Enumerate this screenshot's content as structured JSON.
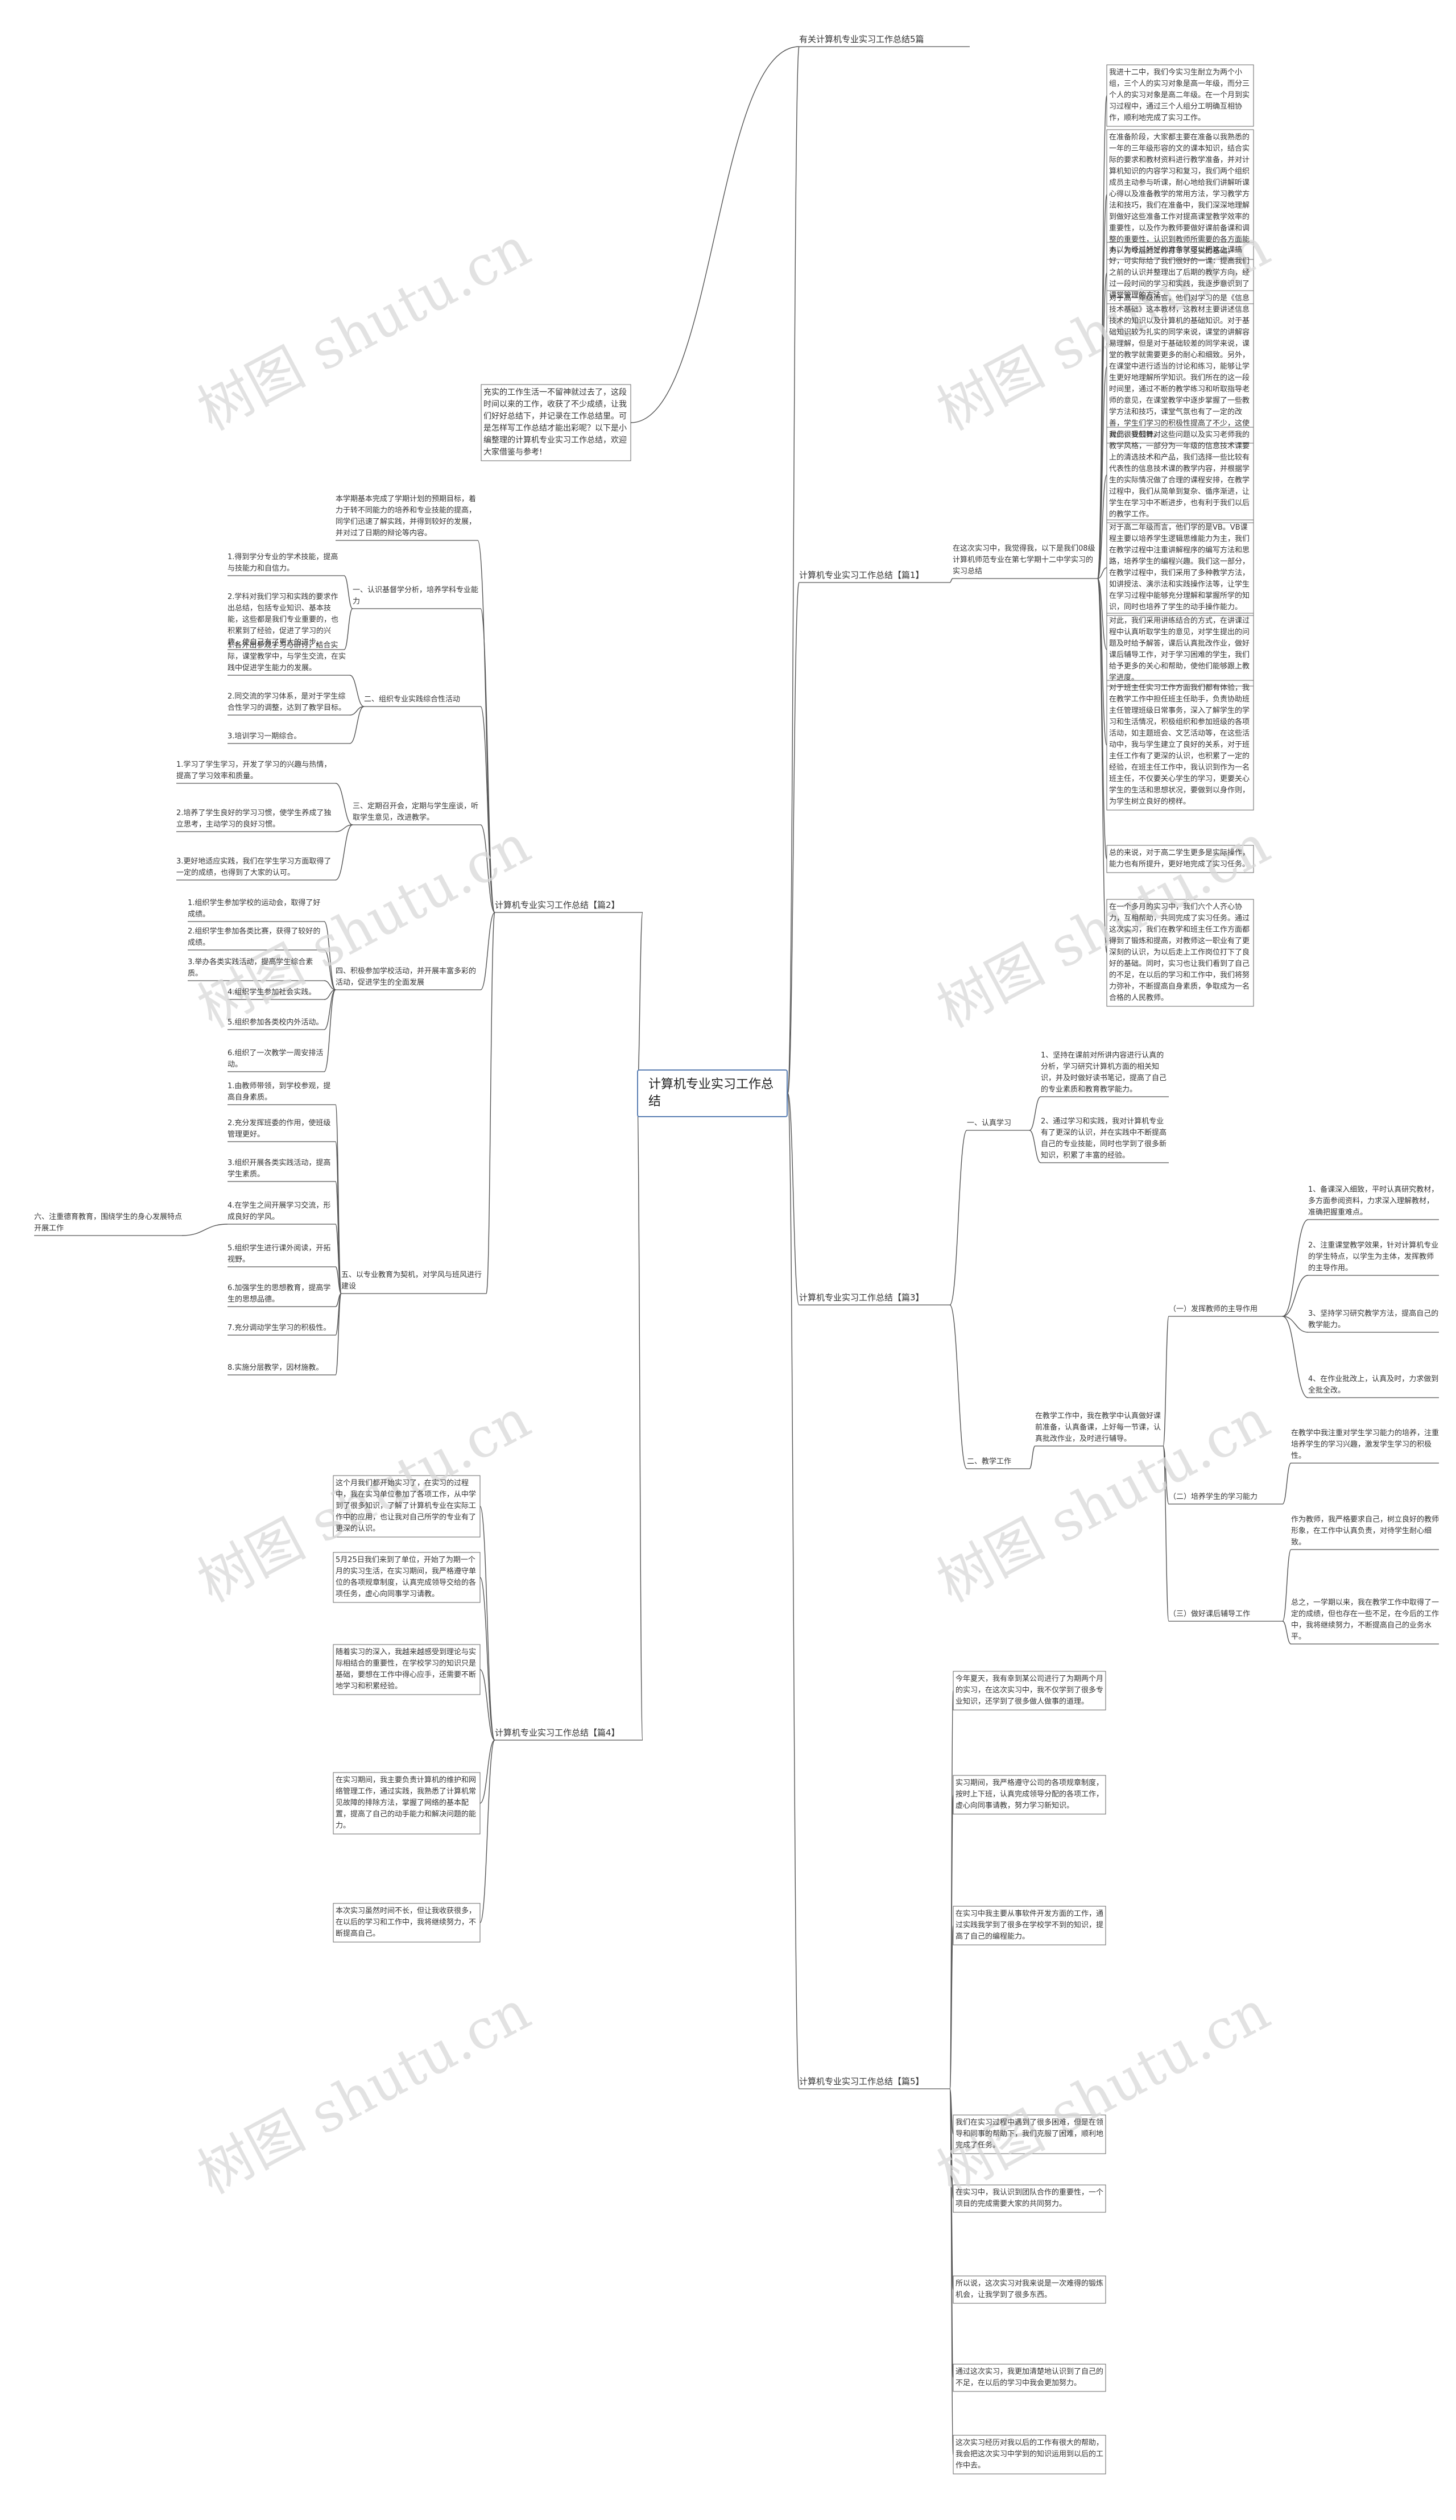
{
  "center": "计算机专业实习工作总结",
  "watermark": "树图 shutu.cn",
  "branches": {
    "b0": "有关计算机专业实习工作总结5篇",
    "b0_intro": "充实的工作生活一不留神就过去了，这段时间以来的工作，收获了不少成绩，让我们好好总结下，并记录在工作总结里。可是怎样写工作总结才能出彩呢？以下是小编整理的计算机专业实习工作总结，欢迎大家借鉴与参考!",
    "b1": "计算机专业实习工作总结【篇1】",
    "b2": "计算机专业实习工作总结【篇2】",
    "b3": "计算机专业实习工作总结【篇3】",
    "b4": "计算机专业实习工作总结【篇4】",
    "b5": "计算机专业实习工作总结【篇5】"
  },
  "p1": {
    "intro": "在这次实习中，我觉得我，以下是我们08级计算机师范专业在第七学期十二中学实习的实习总结",
    "t1": "我进十二中，我们今实习生耐立为两个小组，三个人的实习对象是高一年级，而分三个人的实习对象是高二年级。在一个月到实习过程中，通过三个人组分工明确互相协作，顺利地完成了实习工作。",
    "t2": "在准备阶段，大家都主要在准备以我熟悉的一年的三年级形容的文的课本知识，结合实际的要求和教材资料进行教学准备，并对计算机知识的内容学习和复习，我们两个组织成员主动参与听课，耐心地给我们讲解听课心得以及准备教学的常用方法，学习教学方法和技巧，我们在准备中，我们深深地理解到做好这些准备工作对提高课堂教学效率的重要性，以及作为教师要做好课前备课和调整的重要性，认识到教师所需要的各方面能力，为今后的工作打下了坚实的基础。",
    "t3": "本以为经过好好的准备就可以把这上课搞好，可实际给了我们很好的一课：提高我们之前的认识并整理出了后期的教学方向，经过一段时间的学习和实践，我逐步意识到了课堂管理的方法。",
    "t4": "对于高一年级而言，他们对学习的是《信息技术基础》这本教材，这教材主要讲述信息技术的知识以及计算机的基础知识。对于基础知识较为扎实的同学来说，课堂的讲解容易理解，但是对于基础较差的同学来说，课堂的教学就需要更多的耐心和细致。另外，在课堂中进行适当的讨论和练习，能够让学生更好地理解所学知识。我们所在的这一段时间里，通过不断的教学练习和听取指导老师的意见，在课堂教学中逐步掌握了一些教学方法和技巧，课堂气氛也有了一定的改善，学生们学习的积极性提高了不少，这使我们很受鼓舞。",
    "t5": "对此，我们针对这些问题以及实习老师我的教学风格，一部分为一年级的信息技术课要上的清选技术和产品，我们选择一些比较有代表性的信息技术课的教学内容，并根据学生的实际情况做了合理的课程安排，在教学过程中，我们从简单到复杂、循序渐进，让学生在学习中不断进步，也有利于我们以后的教学工作。",
    "t6": "对于高二年级而言，他们学的是VB。VB课程主要以培养学生逻辑思维能力为主，我们在教学过程中注重讲解程序的编写方法和思路，培养学生的编程兴趣。我们这一部分，在教学过程中，我们采用了多种教学方法，如讲授法、演示法和实践操作法等，让学生在学习过程中能够充分理解和掌握所学的知识，同时也培养了学生的动手操作能力。",
    "t7": "对此，我们采用讲练结合的方式，在讲课过程中认真听取学生的意见，对学生提出的问题及时给予解答，课后认真批改作业，做好课后辅导工作，对于学习困难的学生，我们给予更多的关心和帮助，使他们能够跟上教学进度。",
    "t8": "对于班主任实习工作方面我们都有体验，我在教学工作中担任班主任助手，负责协助班主任管理班级日常事务，深入了解学生的学习和生活情况，积极组织和参加班级的各项活动，如主题班会、文艺活动等，在这些活动中，我与学生建立了良好的关系，对于班主任工作有了更深的认识，也积累了一定的经验，在班主任工作中，我认识到作为一名班主任，不仅要关心学生的学习，更要关心学生的生活和思想状况，要做到以身作则，为学生树立良好的榜样。",
    "t9": "总的来说，对于高二学生更多是实际操作，能力也有所提升，更好地完成了实习任务。",
    "t10": "在一个多月的实习中，我们六个人齐心协力，互相帮助，共同完成了实习任务。通过这次实习，我们在教学和班主任工作方面都得到了锻炼和提高，对教师这一职业有了更深刻的认识，为以后走上工作岗位打下了良好的基础。同时，实习也让我们看到了自己的不足，在以后的学习和工作中，我们将努力弥补，不断提高自身素质，争取成为一名合格的人民教师。"
  },
  "p2": {
    "intro": "本学期基本完成了学期计划的预期目标，着力于转不同能力的培养和专业技能的提高，同学们迅速了解实践，并得到较好的发展，并对过了日期的辩论等内容。",
    "s1": "一、认识基督学分析，培养学科专业能力",
    "s1a": "1.得到学分专业的学术技能，提高与技能力和自信力。",
    "s1b": "2.学科对我们学习和实践的要求作出总结，包括专业知识、基本技能，这些都是我们专业重要的，也积累到了经验，促进了学习的兴趣，使自己有了更大的进步。",
    "s2": "二、组织专业实践综合性活动",
    "s2a": "1.各外出参观学习与研讨，结合实际，课堂教学中，与学生交流，在实践中促进学生能力的发展。",
    "s2b": "2.同交流的学习体系，是对于学生综合性学习的调整，达到了教学目标。",
    "s2c": "3.培训学习一期综合。",
    "s3": "三、定期召开会，定期与学生座谈，听取学生意见，改进教学。",
    "s3a": "1.学习了学生学习，开发了学习的兴趣与热情，提高了学习效率和质量。",
    "s3b": "2.培养了学生良好的学习习惯，使学生养成了独立思考，主动学习的良好习惯。",
    "s3c": "3.更好地适应实践，我们在学生学习方面取得了一定的成绩，也得到了大家的认可。",
    "s4": "四、积极参加学校活动，并开展丰富多彩的活动，促进学生的全面发展",
    "s4a": "1.组织学生参加学校的运动会，取得了好成绩。",
    "s4b": "2.组织学生参加各类比赛，获得了较好的成绩。",
    "s4c": "3.举办各类实践活动，提高学生综合素质。",
    "s4d": "4.组织学生参加社会实践。",
    "s4e": "5.组织参加各类校内外活动。",
    "s4f": "6.组织了一次教学一周安排活动。",
    "s5": "五、以专业教育为契机，对学风与班风进行建设",
    "s5a": "1.由教师带领，到学校参观，提高自身素质。",
    "s5b": "2.充分发挥班委的作用，使班级管理更好。",
    "s5c": "3.组织开展各类实践活动，提高学生素质。",
    "s5d": "4.在学生之间开展学习交流，形成良好的学风。",
    "s5e": "5.组织学生进行课外阅读，开拓视野。",
    "s5f": "6.加强学生的思想教育，提高学生的思想品德。",
    "s5g": "7.充分调动学生学习的积极性。",
    "s5h": "8.实施分层教学，因材施教。",
    "side": "六、注重德育教育，围绕学生的身心发展特点开展工作"
  },
  "p3": {
    "a": "一、认真学习",
    "a1": "1、坚持在课前对所讲内容进行认真的分析，学习研究计算机方面的相关知识，并及时做好读书笔记，提高了自己的专业素质和教育教学能力。",
    "a2": "2、通过学习和实践，我对计算机专业有了更深的认识，并在实践中不断提高自己的专业技能，同时也学到了很多新知识，积累了丰富的经验。",
    "b": "二、教学工作",
    "b_intro": "在教学工作中，我在教学中认真做好课前准备，认真备课，上好每一节课，认真批改作业，及时进行辅导。",
    "b1": "（一）发挥教师的主导作用",
    "b1a": "1、备课深入细致，平时认真研究教材，多方面参阅资料，力求深入理解教材，准确把握重难点。",
    "b1b": "2、注重课堂教学效果，针对计算机专业的学生特点，以学生为主体，发挥教师的主导作用。",
    "b1c": "3、坚持学习研究教学方法，提高自己的教学能力。",
    "b1d": "4、在作业批改上，认真及时，力求做到全批全改。",
    "b2": "（二）培养学生的学习能力",
    "b2a": "在教学中我注重对学生学习能力的培养，注重培养学生的学习兴趣，激发学生学习的积极性。",
    "b3": "（三）做好课后辅导工作",
    "b3a": "作为教师，我严格要求自己，树立良好的教师形象，在工作中认真负责，对待学生耐心细致。",
    "b3b": "总之，一学期以来，我在教学工作中取得了一定的成绩，但也存在一些不足，在今后的工作中，我将继续努力，不断提高自己的业务水平。"
  },
  "p4": {
    "t1": "这个月我们都开始实习了，在实习的过程中，我在实习单位参加了各项工作，从中学到了很多知识，了解了计算机专业在实际工作中的应用，也让我对自己所学的专业有了更深的认识。",
    "t2": "5月25日我们来到了单位，开始了为期一个月的实习生活，在实习期间，我严格遵守单位的各项规章制度，认真完成领导交给的各项任务，虚心向同事学习请教。",
    "t3": "随着实习的深入，我越来越感受到理论与实际相结合的重要性，在学校学习的知识只是基础，要想在工作中得心应手，还需要不断地学习和积累经验。",
    "t4": "在实习期间，我主要负责计算机的维护和网络管理工作，通过实践，我熟悉了计算机常见故障的排除方法，掌握了网络的基本配置，提高了自己的动手能力和解决问题的能力。",
    "t5": "本次实习虽然时间不长，但让我收获很多，在以后的学习和工作中，我将继续努力，不断提高自己。"
  },
  "p5": {
    "t1": "今年夏天，我有幸到某公司进行了为期两个月的实习，在这次实习中，我不仅学到了很多专业知识，还学到了很多做人做事的道理。",
    "t2": "实习期间，我严格遵守公司的各项规章制度，按时上下班，认真完成领导分配的各项工作，虚心向同事请教，努力学习新知识。",
    "t3": "在实习中我主要从事软件开发方面的工作，通过实践我学到了很多在学校学不到的知识，提高了自己的编程能力。",
    "t4": "我们在实习过程中遇到了很多困难，但是在领导和同事的帮助下，我们克服了困难，顺利地完成了任务。",
    "t5": "在实习中，我认识到团队合作的重要性，一个项目的完成需要大家的共同努力。",
    "t6": "所以说，这次实习对我来说是一次难得的锻炼机会，让我学到了很多东西。",
    "t7": "通过这次实习，我更加清楚地认识到了自己的不足，在以后的学习中我会更加努力。",
    "t8": "这次实习经历对我以后的工作有很大的帮助，我会把这次实习中学到的知识运用到以后的工作中去。"
  }
}
